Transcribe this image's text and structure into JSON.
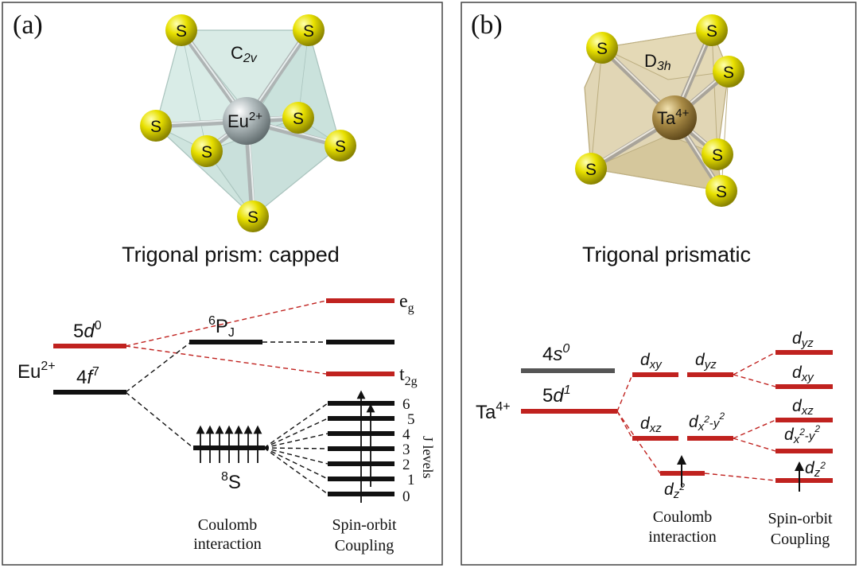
{
  "colors": {
    "red": "#c0221f",
    "black": "#111111",
    "gray": "#555555",
    "sulfur": "#e8e000",
    "eu_polyhedron": "#c9e2dc",
    "ta_polyhedron": "#d8c9a0",
    "eu_atom": "#9aa6a8",
    "ta_atom": "#8a7030"
  },
  "panel_a": {
    "label": "(a)",
    "sulfur_label": "S",
    "center_ion": "Eu",
    "center_charge": "2+",
    "symmetry_main": "C",
    "symmetry_sub": "2v",
    "geometry_caption": "Trigonal prism: capped",
    "ion_label": "Eu",
    "ion_charge": "2+",
    "level_5d": {
      "main": "5",
      "orb": "d",
      "sup": "0"
    },
    "level_4f": {
      "main": "4",
      "orb": "f",
      "sup": "7"
    },
    "level_6P": {
      "sup": "6",
      "main": "P",
      "sub": "J"
    },
    "level_8S": {
      "sup": "8",
      "main": "S"
    },
    "eg": {
      "main": "e",
      "sub": "g"
    },
    "t2g": {
      "main": "t",
      "sub": "2g"
    },
    "j_levels_title": "J levels",
    "j_levels": [
      "6",
      "5",
      "4",
      "3",
      "2",
      "1",
      "0"
    ],
    "coulomb_line1": "Coulomb",
    "coulomb_line2": "interaction",
    "spin_line1": "Spin-orbit",
    "spin_line2": "Coupling"
  },
  "panel_b": {
    "label": "(b)",
    "sulfur_label": "S",
    "center_ion": "Ta",
    "center_charge": "4+",
    "symmetry_main": "D",
    "symmetry_sub": "3h",
    "geometry_caption": "Trigonal prismatic",
    "ion_label": "Ta",
    "ion_charge": "4+",
    "level_4s": {
      "main": "4",
      "orb": "s",
      "sup": "0"
    },
    "level_5d": {
      "main": "5",
      "orb": "d",
      "sup": "1"
    },
    "d_orb": "d",
    "sub_xy": "xy",
    "sub_yz": "yz",
    "sub_xz": "xz",
    "sub_x": "x",
    "sub_y": "y",
    "sub_z": "z",
    "sq": "2",
    "minus": "-",
    "coulomb_line1": "Coulomb",
    "coulomb_line2": "interaction",
    "spin_line1": "Spin-orbit",
    "spin_line2": "Coupling"
  }
}
